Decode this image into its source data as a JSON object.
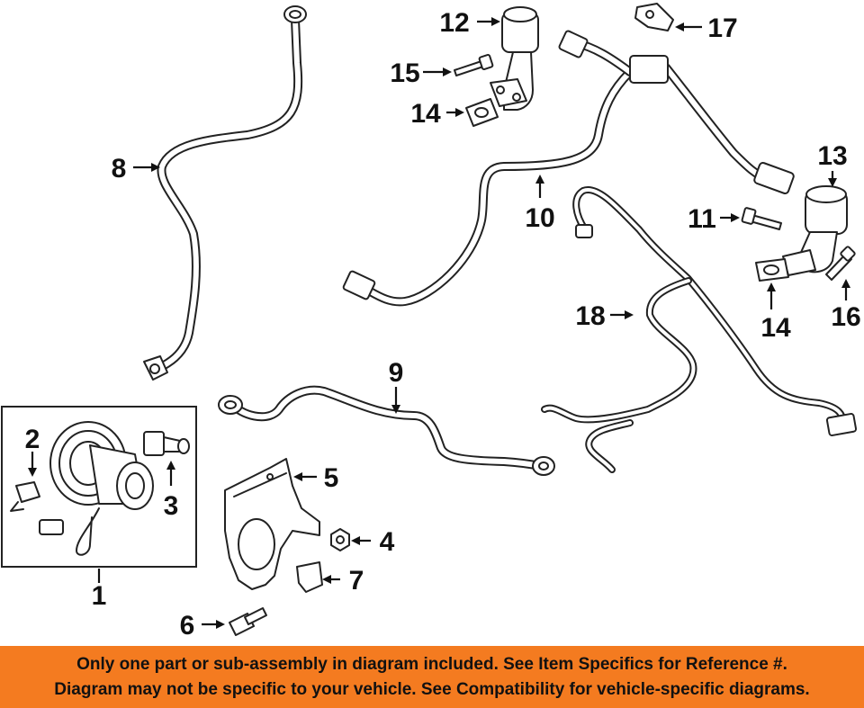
{
  "diagram": {
    "callouts": [
      "1",
      "2",
      "3",
      "4",
      "5",
      "6",
      "7",
      "8",
      "9",
      "10",
      "11",
      "12",
      "13",
      "14",
      "14",
      "15",
      "16",
      "17",
      "18"
    ],
    "parts": [
      "air-pump",
      "pump-connector",
      "pump-sensor",
      "nut",
      "pump-bracket",
      "bolt",
      "clip",
      "hose",
      "hose",
      "hose",
      "stud",
      "valve",
      "valve",
      "gasket",
      "gasket",
      "bolt",
      "stud",
      "bracket",
      "hose-assembly"
    ]
  },
  "banner": {
    "background": "#f47b20",
    "line1": "Only one part or sub-assembly in diagram included. See Item Specifics for Reference #.",
    "line2": "Diagram may not be specific to your vehicle. See Compatibility for vehicle-specific diagrams."
  }
}
